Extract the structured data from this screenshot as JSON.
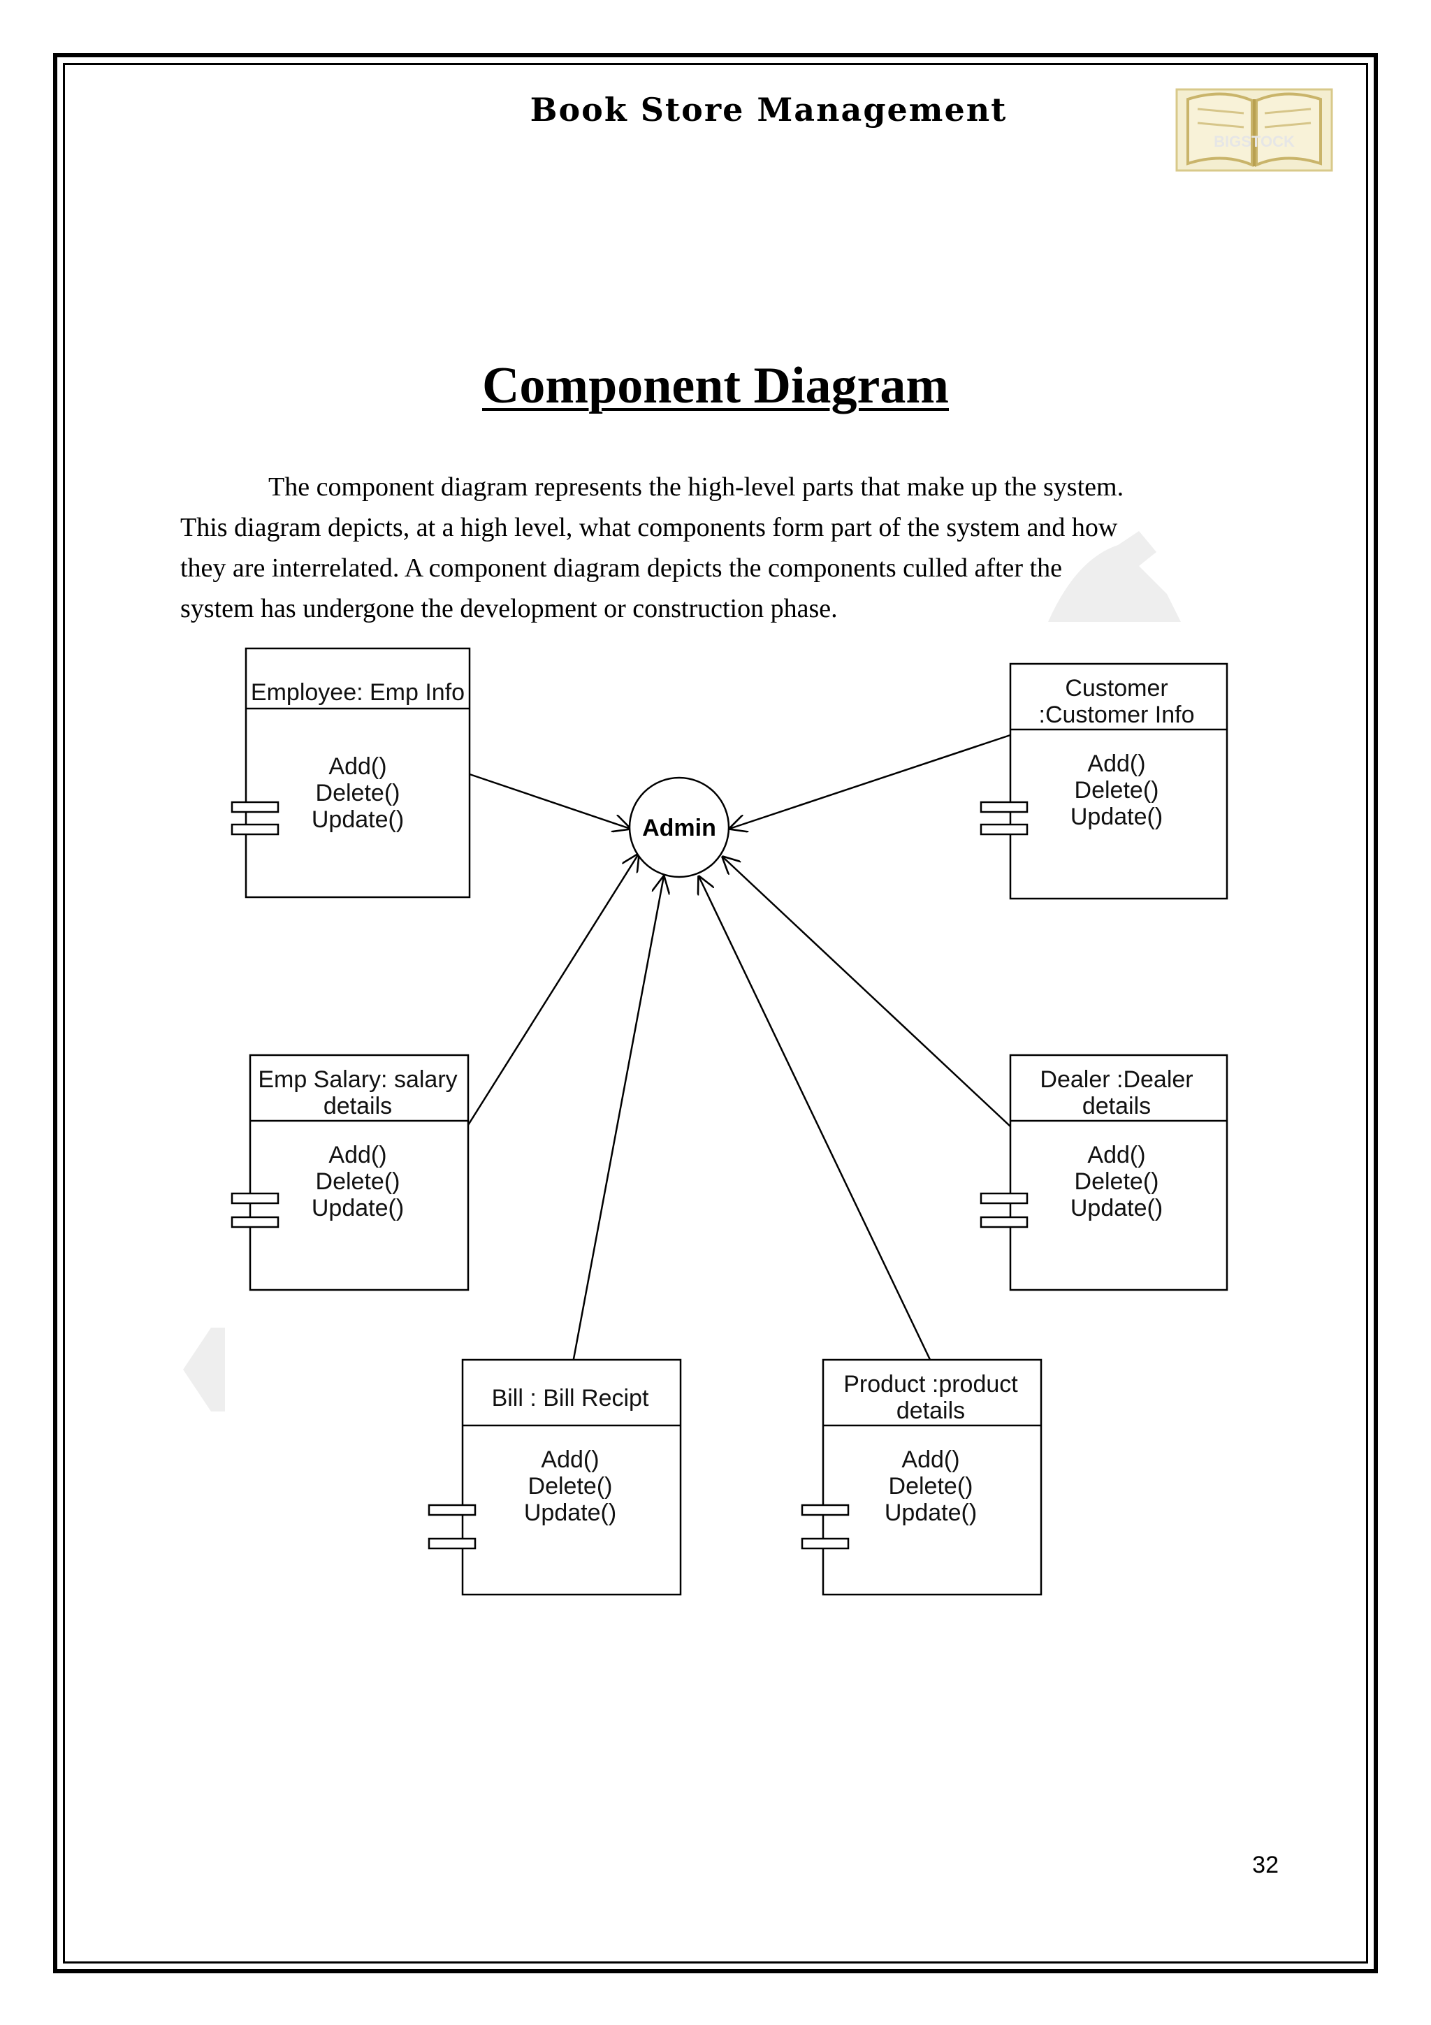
{
  "header": {
    "title": "Book Store Management",
    "logo_watermark": "BIGSTOCK"
  },
  "page_title": "Component Diagram",
  "intro_lines": [
    "The component diagram represents the high-level parts that make up the system.",
    "This diagram depicts, at a high level, what components form part of the system and how",
    "they are interrelated. A component diagram depicts the components culled after the",
    "system has undergone the development or construction phase."
  ],
  "diagram": {
    "center": "Admin",
    "components": [
      {
        "title_lines": [
          "Employee: Emp Info"
        ],
        "methods": [
          "Add()",
          "Delete()",
          "Update()"
        ]
      },
      {
        "title_lines": [
          "Customer",
          ":Customer Info"
        ],
        "methods": [
          "Add()",
          "Delete()",
          "Update()"
        ]
      },
      {
        "title_lines": [
          "Emp Salary: salary",
          "details"
        ],
        "methods": [
          "Add()",
          "Delete()",
          "Update()"
        ]
      },
      {
        "title_lines": [
          "Dealer :Dealer",
          "details"
        ],
        "methods": [
          "Add()",
          "Delete()",
          "Update()"
        ]
      },
      {
        "title_lines": [
          "Bill : Bill Recipt"
        ],
        "methods": [
          "Add()",
          "Delete()",
          "Update()"
        ]
      },
      {
        "title_lines": [
          "Product :product",
          "details"
        ],
        "methods": [
          "Add()",
          "Delete()",
          "Update()"
        ]
      }
    ]
  },
  "page_number": "32"
}
